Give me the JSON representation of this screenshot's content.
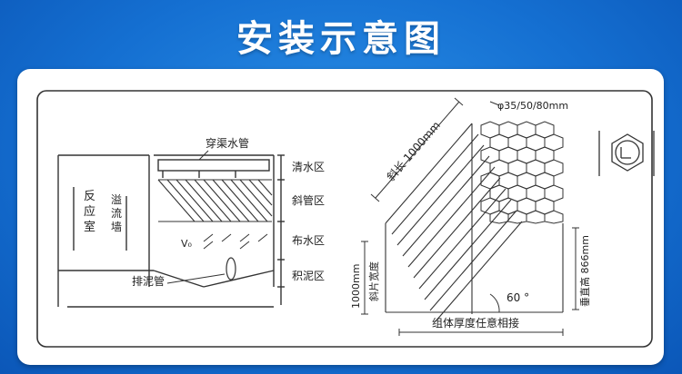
{
  "title": "安装示意图",
  "labels": {
    "pipe_top": "穿渠水管",
    "zone_clear": "清水区",
    "zone_tube": "斜管区",
    "zone_distribute": "布水区",
    "zone_sludge": "积泥区",
    "reactor_1": "反",
    "reactor_2": "应",
    "reactor_3": "室",
    "overflow_1": "溢",
    "overflow_2": "流",
    "overflow_3": "墙",
    "velocity": "V₀",
    "sludge_pipe": "排泥管",
    "diameter": "φ35/50/80mm",
    "slant_length": "斜长 1000mm",
    "sheet_width": "斜片宽度",
    "width_1000": "1000mm",
    "vertical_height": "垂直高 866mm",
    "angle": "60 °",
    "group_thickness": "组体厚度任意相接"
  },
  "colors": {
    "background": "#1570d2",
    "panel": "#ffffff",
    "line": "#333333"
  }
}
